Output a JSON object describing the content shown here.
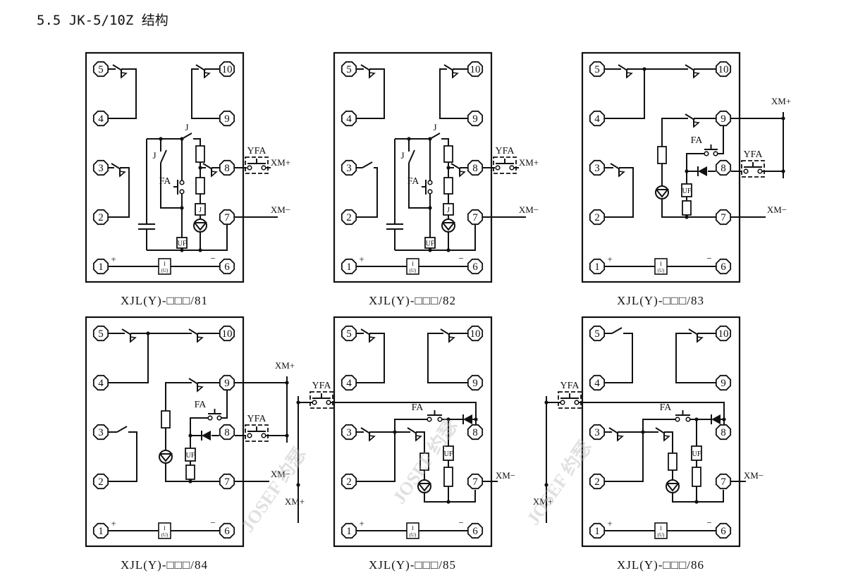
{
  "title": "5.5 JK-5/10Z 结构",
  "terminals": [
    "1",
    "2",
    "3",
    "4",
    "5",
    "6",
    "7",
    "8",
    "9",
    "10"
  ],
  "labels": {
    "J": "J",
    "FA": "FA",
    "YFA": "YFA",
    "XM_plus": "XM+",
    "XM_minus": "XM−",
    "UF": "UF",
    "I": "I",
    "U": "(U)",
    "plus": "+",
    "minus": "−"
  },
  "panels": [
    {
      "id": "81",
      "caption": "XJL(Y)-□□□/81"
    },
    {
      "id": "82",
      "caption": "XJL(Y)-□□□/82"
    },
    {
      "id": "83",
      "caption": "XJL(Y)-□□□/83"
    },
    {
      "id": "84",
      "caption": "XJL(Y)-□□□/84"
    },
    {
      "id": "85",
      "caption": "XJL(Y)-□□□/85"
    },
    {
      "id": "86",
      "caption": "XJL(Y)-□□□/86"
    }
  ],
  "watermark": "JOSEF 约瑟"
}
